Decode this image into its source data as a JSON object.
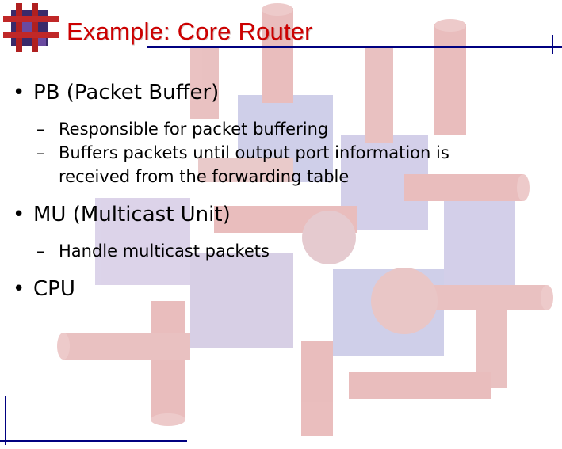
{
  "slide": {
    "title": "Example: Core Router",
    "bullets": [
      {
        "text": "PB (Packet Buffer)",
        "subs": [
          "Responsible for packet buffering",
          "Buffers packets until output port information is",
          "received from the forwarding table"
        ]
      },
      {
        "text": "MU (Multicast Unit)",
        "subs": [
          "Handle multicast packets"
        ]
      },
      {
        "text": "CPU",
        "subs": []
      }
    ],
    "bullet_glyph": "•",
    "sub_glyph": "–"
  },
  "colors": {
    "title": "#cc0000",
    "rule": "#000080",
    "bg_red": "#d08080",
    "bg_blue": "#9090d0"
  }
}
